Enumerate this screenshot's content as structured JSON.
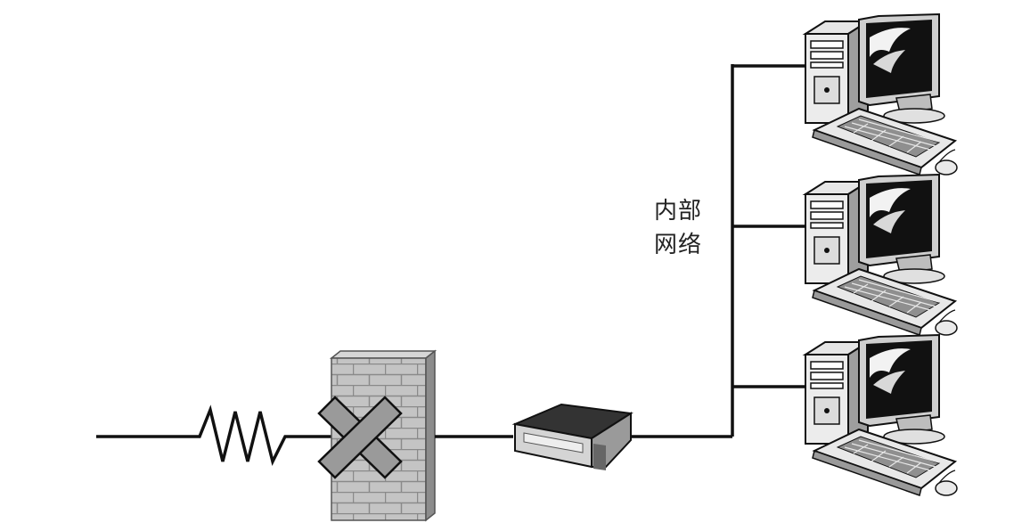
{
  "diagram": {
    "label_line1": "内部",
    "label_line2": "网络"
  },
  "nodes": [
    {
      "name": "internet-connection",
      "icon": "zigzag-line"
    },
    {
      "name": "firewall",
      "icon": "brick-wall-with-x-icon"
    },
    {
      "name": "router",
      "icon": "router-icon"
    },
    {
      "name": "computer-1",
      "icon": "desktop-computer-icon"
    },
    {
      "name": "computer-2",
      "icon": "desktop-computer-icon"
    },
    {
      "name": "computer-3",
      "icon": "desktop-computer-icon"
    }
  ],
  "colors": {
    "line": "#111111",
    "wall_face": "#bdbdbd",
    "wall_side": "#8c8c8c",
    "x_mark": "#9a9a9a",
    "screen": "#111111"
  }
}
